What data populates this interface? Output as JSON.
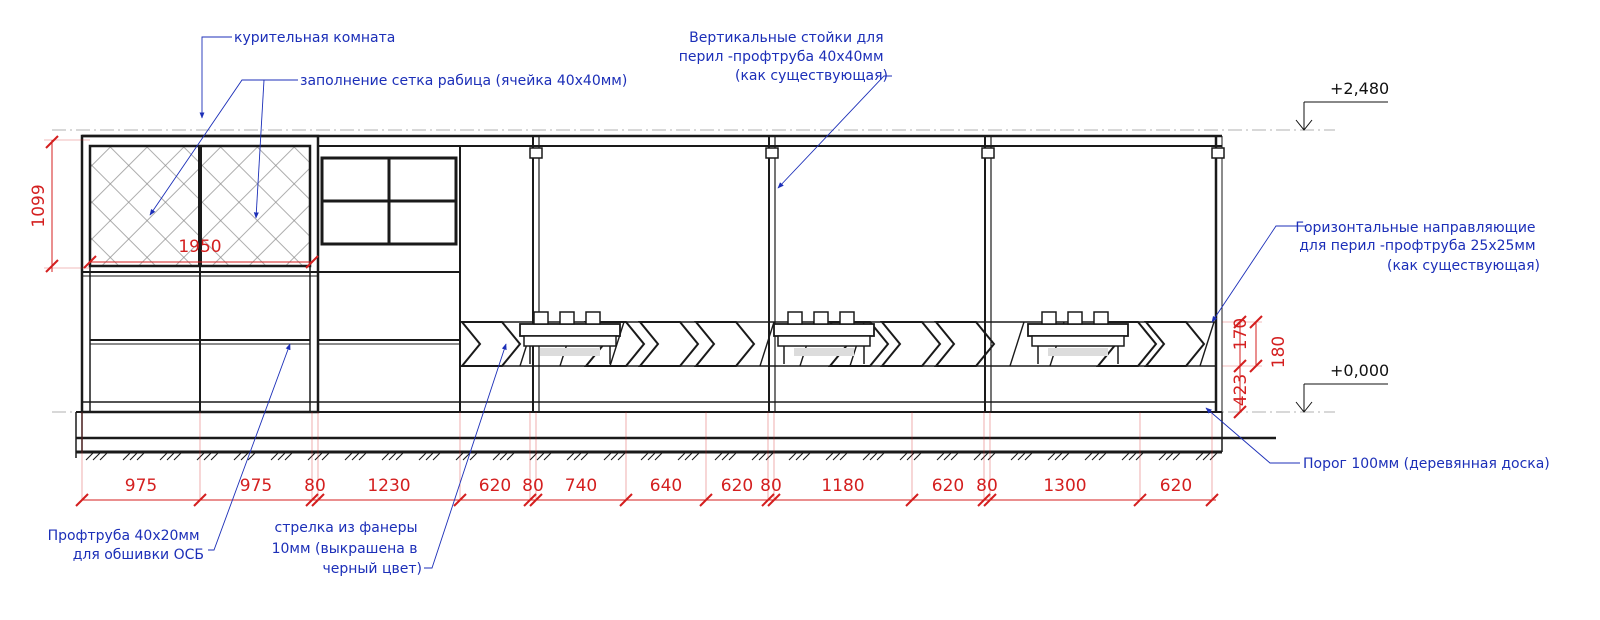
{
  "labels": {
    "smoking_room": "курительная комната",
    "mesh_fill": "заполнение сетка рабица (ячейка 40х40мм)",
    "vertical_posts": [
      "Вертикальные  стойки для",
      "перил -профтруба 40х40мм",
      "(как существующая)"
    ],
    "horizontal_rails": [
      "Горизонтальные  направляющие",
      "для перил -профтруба 25х25мм",
      "(как существующая)"
    ],
    "threshold": "Порог 100мм (деревянная доска)",
    "profile_pipe": [
      "Профтруба 40х20мм",
      "для обшивки ОСБ"
    ],
    "plywood_arrow": [
      "стрелка из фанеры",
      "10мм (выкрашена в",
      "черный цвет)"
    ]
  },
  "levels": {
    "top": "+2,480",
    "zero": "+0,000"
  },
  "dims": {
    "bottom": [
      "975",
      "975",
      "80",
      "1230",
      "620",
      "80",
      "740",
      "640",
      "620",
      "80",
      "1180",
      "620",
      "80",
      "1300",
      "620"
    ],
    "height_left": "1099",
    "width_mesh": "1950",
    "right_170": "170",
    "right_180": "180",
    "right_423": "423"
  },
  "colors": {
    "annotation": "#1c2fb8",
    "dimension": "#d41f1f",
    "structure": "#1a1a1a"
  }
}
